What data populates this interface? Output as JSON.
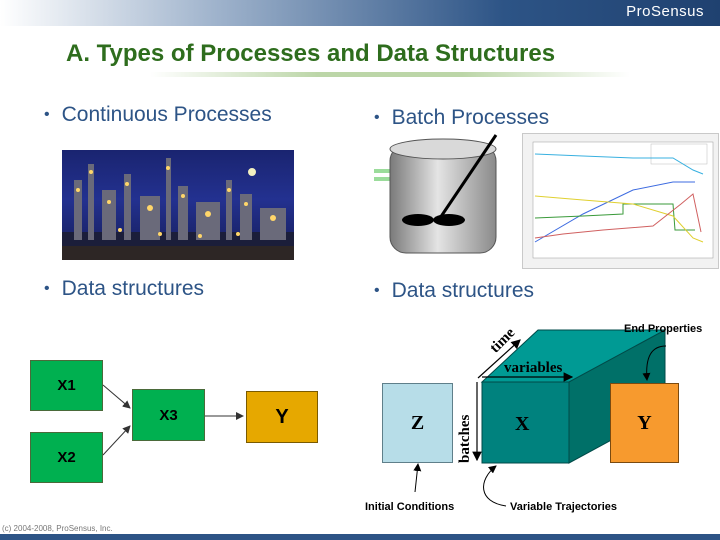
{
  "header": {
    "brand": "ProSensus",
    "title": "A.  Types of Processes and Data Structures"
  },
  "left": {
    "bullet_continuous": "Continuous Processes",
    "bullet_data": "Data structures",
    "diagram": {
      "x1": "X1",
      "x2": "X2",
      "x3": "X3",
      "y": "Y"
    }
  },
  "right": {
    "bullet_batch": "Batch Processes",
    "bullet_data": "Data structures",
    "diagram": {
      "z": "Z",
      "x": "X",
      "y": "Y",
      "time": "time",
      "variables": "variables",
      "batches": "batches",
      "end_properties": "End Properties",
      "initial_conditions": "Initial Conditions",
      "variable_trajectories": "Variable Trajectories"
    }
  },
  "footer": {
    "copyright": "(c) 2004-2008, ProSensus, Inc."
  },
  "colors": {
    "title": "#2e6d1d",
    "bullet": "#2d5486",
    "green_box": "#00b050",
    "gold_box": "#e6a800",
    "teal": "#007a78",
    "z_box": "#b7dde8",
    "y_orange": "#f79a2e"
  }
}
